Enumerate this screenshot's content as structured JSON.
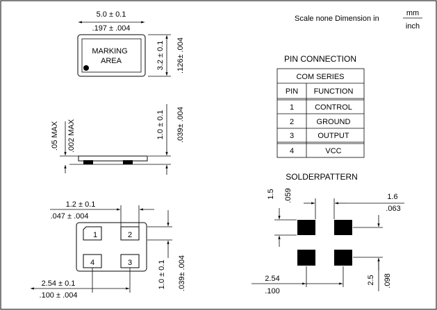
{
  "header": {
    "scale_label": "Scale none  Dimension in",
    "unit_mm": "mm",
    "unit_inch": "inch"
  },
  "top_view": {
    "width_mm": "5.0 ± 0.1",
    "width_in": ".197 ± .004",
    "height_mm": "3.2 ± 0.1",
    "height_in": ".126± .004",
    "marking_line1": "MARKING",
    "marking_line2": "AREA"
  },
  "side_view": {
    "flat_mm": ".05 MAX",
    "flat_in": ".002 MAX",
    "height_mm": "1.0 ± 0.1",
    "height_in": ".039± .004"
  },
  "bottom_view": {
    "pad_w_mm": "1.2 ± 0.1",
    "pad_w_in": ".047 ± .004",
    "pitch_mm": "2.54 ± 0.1",
    "pitch_in": ".100 ± .004",
    "pad_h_mm": "1.0 ± 0.1",
    "pad_h_in": ".039± .004",
    "pads": [
      "1",
      "2",
      "4",
      "3"
    ]
  },
  "pin_connection": {
    "title": "PIN CONNECTION",
    "series": "COM SERIES",
    "headers": [
      "PIN",
      "FUNCTION"
    ],
    "rows": [
      {
        "pin": "1",
        "function": "CONTROL"
      },
      {
        "pin": "2",
        "function": "GROUND"
      },
      {
        "pin": "3",
        "function": "OUTPUT"
      },
      {
        "pin": "4",
        "function": "VCC"
      }
    ]
  },
  "solder_pattern": {
    "title": "SOLDERPATTERN",
    "gap_v_mm": "1.5",
    "gap_v_in": ".059",
    "gap_h_mm": "1.6",
    "gap_h_in": ".063",
    "pitch_h_mm": "2.54",
    "pitch_h_in": ".100",
    "pitch_v_mm": "2.5",
    "pitch_v_in": ".098"
  }
}
